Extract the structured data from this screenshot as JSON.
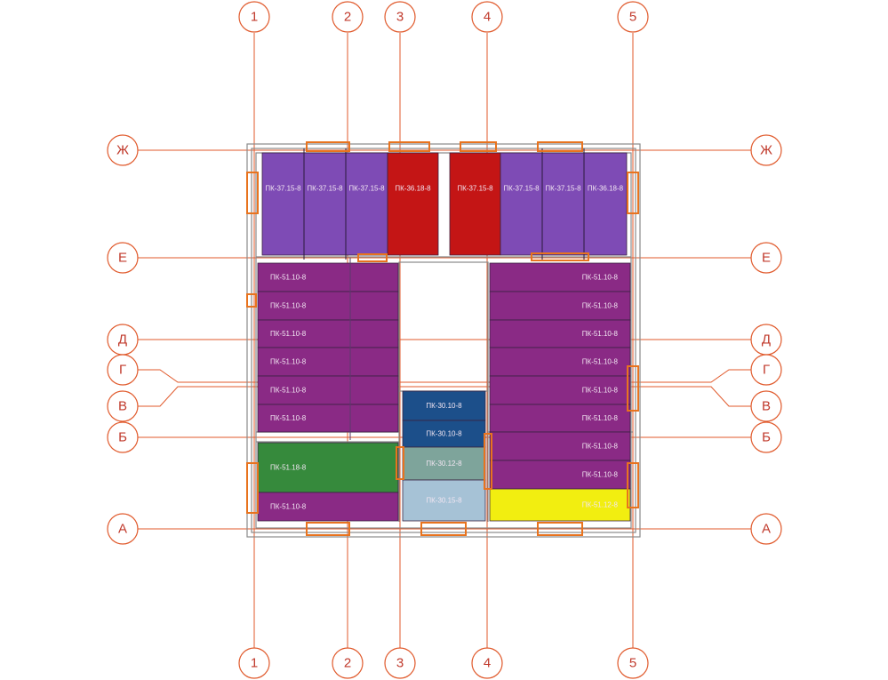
{
  "colors": {
    "axis": "#e0592b",
    "bubble_text": "#c0392b",
    "violet": "#7e4bb5",
    "red": "#c41515",
    "purple": "#8a2a85",
    "navy": "#1c4f8a",
    "green": "#368a3c",
    "sage": "#7ea49b",
    "lightblue": "#a6c2d6",
    "yellow": "#f2ee10",
    "lintel": "#e8731e"
  },
  "axes": {
    "vertical": [
      "1",
      "2",
      "3",
      "4",
      "5"
    ],
    "horizontal": [
      "Ж",
      "Е",
      "Д",
      "Г",
      "В",
      "Б",
      "А"
    ]
  },
  "slabs": [
    {
      "id": "s1",
      "label": "ПК-37.15-8",
      "color": "violet"
    },
    {
      "id": "s2",
      "label": "ПК-37.15-8",
      "color": "violet"
    },
    {
      "id": "s3",
      "label": "ПК-37.15-8",
      "color": "violet"
    },
    {
      "id": "s4",
      "label": "ПК-36.18-8",
      "color": "red"
    },
    {
      "id": "s5",
      "label": "ПК-37.15-8",
      "color": "red"
    },
    {
      "id": "s6",
      "label": "ПК-37.15-8",
      "color": "violet"
    },
    {
      "id": "s7",
      "label": "ПК-37.15-8",
      "color": "violet"
    },
    {
      "id": "s8",
      "label": "ПК-36.18-8",
      "color": "violet"
    },
    {
      "id": "l1",
      "label": "ПК-51.10-8",
      "color": "purple"
    },
    {
      "id": "l2",
      "label": "ПК-51.10-8",
      "color": "purple"
    },
    {
      "id": "l3",
      "label": "ПК-51.10-8",
      "color": "purple"
    },
    {
      "id": "l4",
      "label": "ПК-51.10-8",
      "color": "purple"
    },
    {
      "id": "l5",
      "label": "ПК-51.10-8",
      "color": "purple"
    },
    {
      "id": "l6",
      "label": "ПК-51.10-8",
      "color": "purple"
    },
    {
      "id": "l7",
      "label": "ПК-51.18-8",
      "color": "green"
    },
    {
      "id": "l8",
      "label": "ПК-51.10-8",
      "color": "purple"
    },
    {
      "id": "r1",
      "label": "ПК-51.10-8",
      "color": "purple"
    },
    {
      "id": "r2",
      "label": "ПК-51.10-8",
      "color": "purple"
    },
    {
      "id": "r3",
      "label": "ПК-51.10-8",
      "color": "purple"
    },
    {
      "id": "r4",
      "label": "ПК-51.10-8",
      "color": "purple"
    },
    {
      "id": "r5",
      "label": "ПК-51.10-8",
      "color": "purple"
    },
    {
      "id": "r6",
      "label": "ПК-51.10-8",
      "color": "purple"
    },
    {
      "id": "r7",
      "label": "ПК-51.10-8",
      "color": "purple"
    },
    {
      "id": "r8",
      "label": "ПК-51.10-8",
      "color": "purple"
    },
    {
      "id": "r9",
      "label": "ПК-51.12-8",
      "color": "yellow"
    },
    {
      "id": "c1",
      "label": "ПК-30.10-8",
      "color": "navy"
    },
    {
      "id": "c2",
      "label": "ПК-30.10-8",
      "color": "navy"
    },
    {
      "id": "c3",
      "label": "ПК-30.12-8",
      "color": "sage"
    },
    {
      "id": "c4",
      "label": "ПК-30.15-8",
      "color": "lightblue"
    }
  ]
}
